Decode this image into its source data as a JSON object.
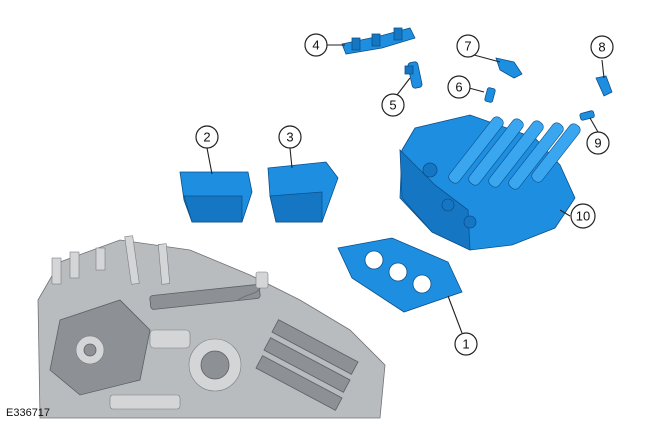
{
  "figure": {
    "id_label": "E336717",
    "callouts": [
      "1",
      "2",
      "3",
      "4",
      "5",
      "6",
      "7",
      "8",
      "9",
      "10"
    ]
  },
  "colors": {
    "part_highlight": "#1e8fe0",
    "engine_gray": "#b9bcbf",
    "callout_stroke": "#222222"
  }
}
